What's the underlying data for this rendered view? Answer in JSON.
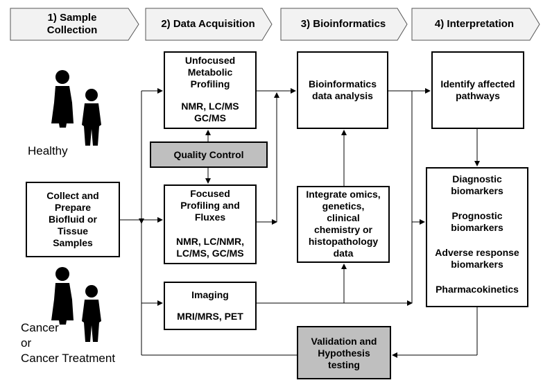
{
  "stages": [
    {
      "label": "1) Sample\nCollection"
    },
    {
      "label": "2) Data Acquisition"
    },
    {
      "label": "3) Bioinformatics"
    },
    {
      "label": "4) Interpretation"
    }
  ],
  "labels": {
    "healthy": "Healthy",
    "cancer": "Cancer\nor\nCancer Treatment"
  },
  "boxes": {
    "collect": "Collect and\nPrepare\nBiofluid or\nTissue\nSamples",
    "unfocused_title": "Unfocused\nMetabolic\nProfiling",
    "unfocused_methods": "NMR, LC/MS\nGC/MS",
    "quality": "Quality Control",
    "focused_title": "Focused\nProfiling and\nFluxes",
    "focused_methods": "NMR, LC/NMR,\nLC/MS, GC/MS",
    "imaging_title": "Imaging",
    "imaging_methods": "MRI/MRS, PET",
    "bioinf": "Bioinformatics\ndata analysis",
    "integrate": "Integrate omics,\ngenetics,\nclinical\nchemistry or\nhistopathology\ndata",
    "pathways": "Identify affected\npathways",
    "diag": "Diagnostic\nbiomarkers",
    "prog": "Prognostic\nbiomarkers",
    "adverse": "Adverse response\nbiomarkers",
    "pk": "Pharmacokinetics",
    "validation": "Validation and\nHypothesis\ntesting"
  },
  "colors": {
    "header_fill": "#f2f2f2",
    "grey_box": "#bfbfbf",
    "line": "#000000"
  }
}
